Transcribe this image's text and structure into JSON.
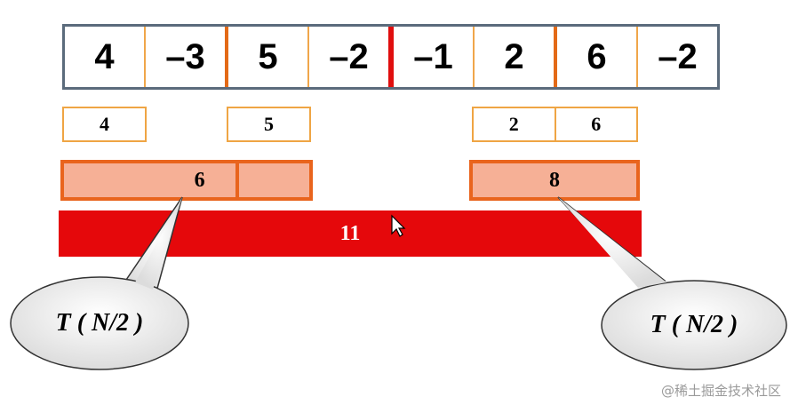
{
  "array": [
    "4",
    "–3",
    "5",
    "–2",
    "–1",
    "2",
    "6",
    "–2"
  ],
  "left_quarter_left": "4",
  "left_quarter_right": "5",
  "right_pair": [
    "2",
    "6"
  ],
  "left_half_value": "6",
  "right_half_value": "8",
  "total_value": "11",
  "bubble_left": "T ( N/2 )",
  "bubble_right": "T ( N/2 )",
  "watermark": "@稀土掘金技术社区",
  "colors": {
    "array_border": "#5b6b7c",
    "orange_outline": "#efa544",
    "orange_bar_fill": "#f6b096",
    "orange_bar_border": "#e9641d",
    "red": "#e5080b"
  }
}
